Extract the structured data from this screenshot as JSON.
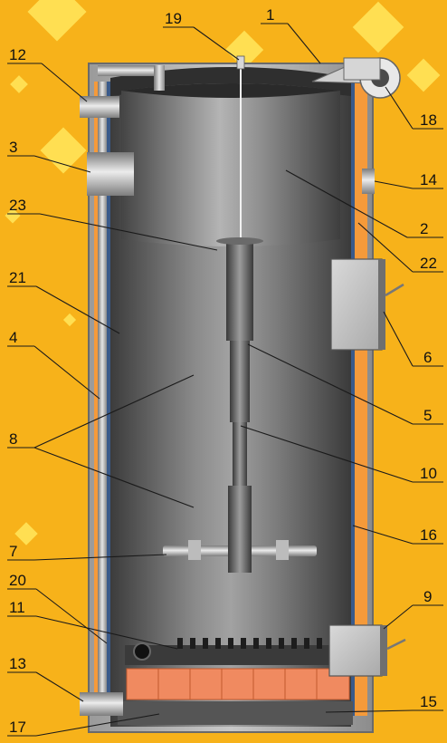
{
  "colors": {
    "background": "#f7b21a",
    "decor_diamonds": "#ffe55a",
    "jacket": "#8f8f8f",
    "chamber_light": "#9a9a9a",
    "chamber_dark": "#3c3c3c",
    "insulation": "#3a5a8a",
    "water_gap": "#f59a3a",
    "firebricks": "#f08a60",
    "label_text": "#111111"
  },
  "labels": [
    {
      "id": "1",
      "text": "1"
    },
    {
      "id": "2",
      "text": "2"
    },
    {
      "id": "3",
      "text": "3"
    },
    {
      "id": "4",
      "text": "4"
    },
    {
      "id": "5",
      "text": "5"
    },
    {
      "id": "6",
      "text": "6"
    },
    {
      "id": "7",
      "text": "7"
    },
    {
      "id": "8",
      "text": "8"
    },
    {
      "id": "9",
      "text": "9"
    },
    {
      "id": "10",
      "text": "10"
    },
    {
      "id": "11",
      "text": "11"
    },
    {
      "id": "12",
      "text": "12"
    },
    {
      "id": "13",
      "text": "13"
    },
    {
      "id": "14",
      "text": "14"
    },
    {
      "id": "15",
      "text": "15"
    },
    {
      "id": "16",
      "text": "16"
    },
    {
      "id": "17",
      "text": "17"
    },
    {
      "id": "18",
      "text": "18"
    },
    {
      "id": "19",
      "text": "19"
    },
    {
      "id": "20",
      "text": "20"
    },
    {
      "id": "21",
      "text": "21"
    },
    {
      "id": "22",
      "text": "22"
    },
    {
      "id": "23",
      "text": "23"
    }
  ]
}
